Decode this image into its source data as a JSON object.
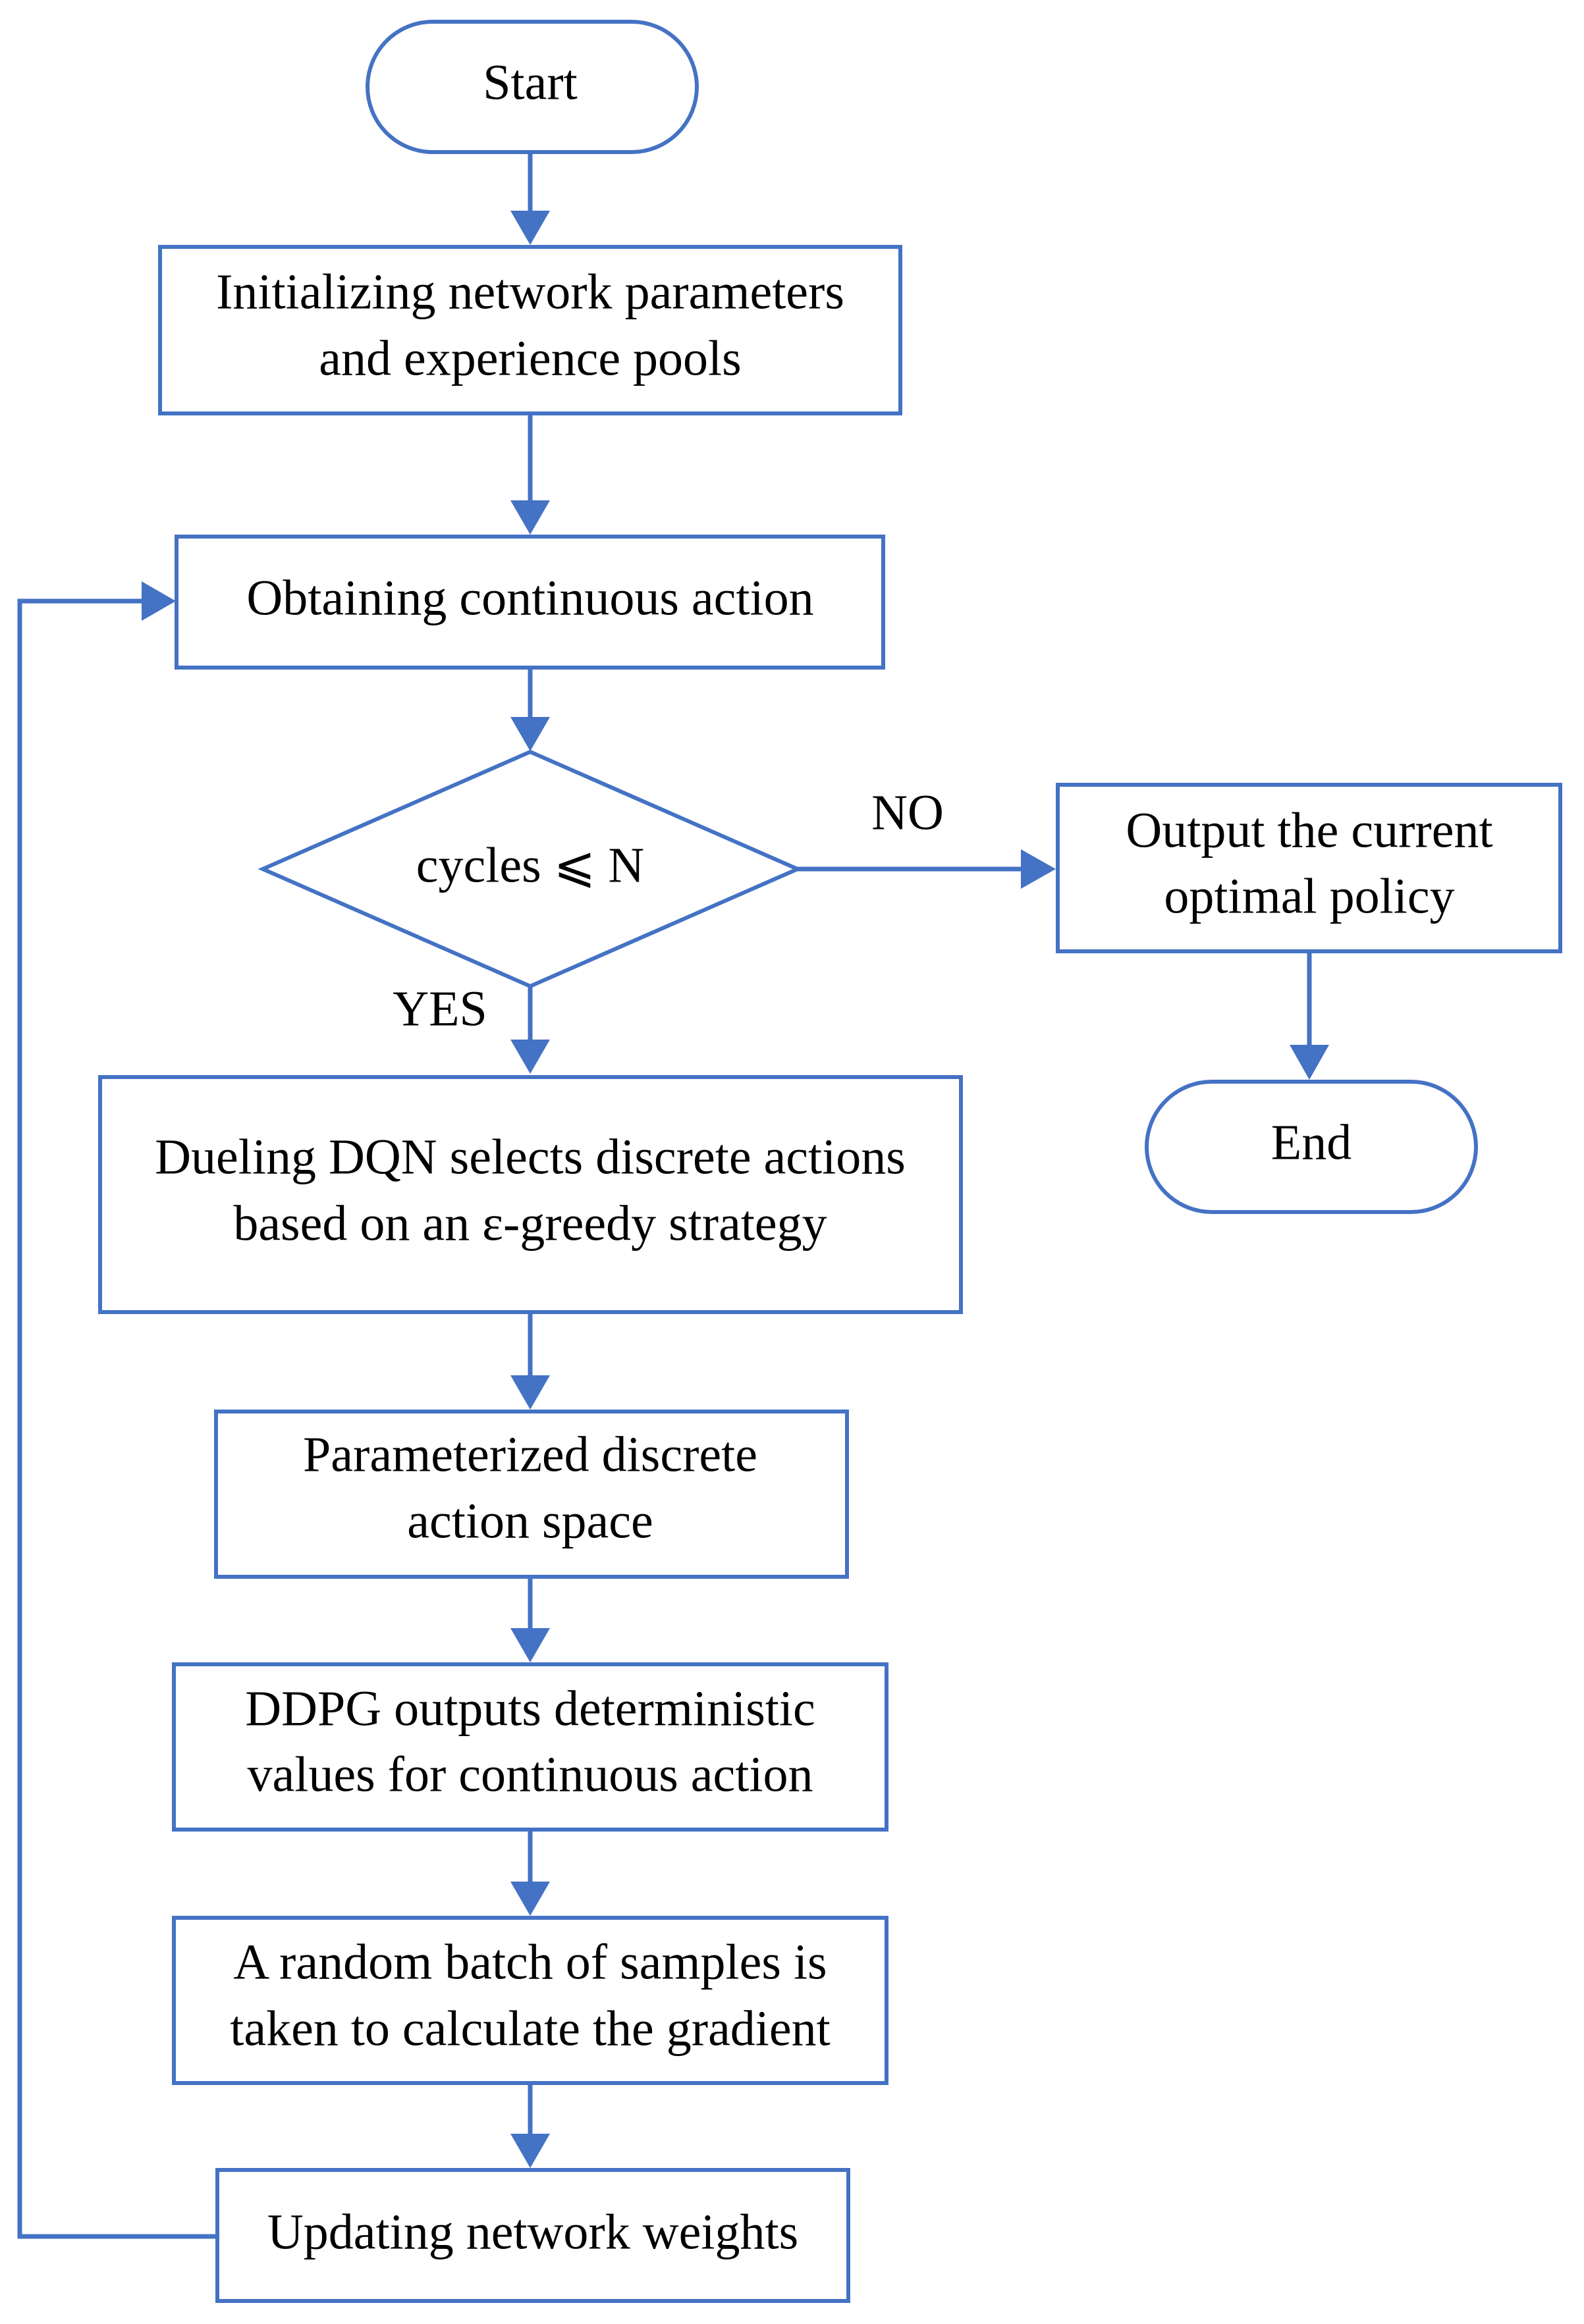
{
  "flowchart": {
    "nodes": {
      "start": {
        "lines": [
          "Start"
        ]
      },
      "init": {
        "lines": [
          "Initializing network parameters",
          "and experience pools"
        ]
      },
      "obtain": {
        "lines": [
          "Obtaining continuous action"
        ]
      },
      "decision": {
        "lines": [
          "cycles ⩽ N"
        ]
      },
      "output": {
        "lines": [
          "Output the current",
          "optimal policy"
        ]
      },
      "end": {
        "lines": [
          "End"
        ]
      },
      "dueling": {
        "lines": [
          "Dueling DQN selects discrete actions",
          "based on an ε-greedy strategy"
        ]
      },
      "param": {
        "lines": [
          "Parameterized discrete",
          "action space"
        ]
      },
      "ddpg": {
        "lines": [
          "DDPG outputs deterministic",
          "values for continuous action"
        ]
      },
      "batch": {
        "lines": [
          "A random batch of samples is",
          "taken to calculate the gradient"
        ]
      },
      "update": {
        "lines": [
          "Updating network weights"
        ]
      }
    },
    "edge_labels": {
      "no": "NO",
      "yes": "YES"
    },
    "colors": {
      "stroke": "#4472C4",
      "fill": "#FFFFFF",
      "text": "#000000"
    }
  }
}
